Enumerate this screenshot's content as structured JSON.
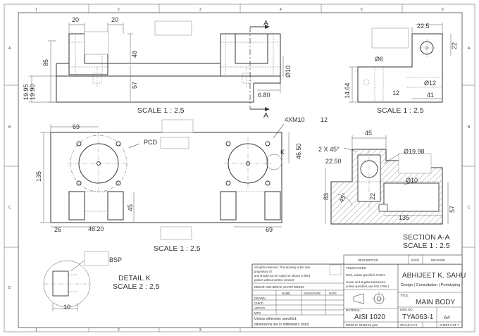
{
  "grid": {
    "columns": [
      "1",
      "2",
      "3",
      "4",
      "5",
      "6"
    ],
    "rows": [
      "A",
      "B",
      "C",
      "D"
    ]
  },
  "front_view": {
    "dims": [
      "20",
      "20",
      "48",
      "85",
      "57",
      "Ø10",
      "19.95",
      "19.90",
      "6.80"
    ],
    "section_marker": "A",
    "scale": "SCALE 1 : 2.5"
  },
  "side_view": {
    "dims": [
      "22.5",
      "22",
      "Ø6",
      "Ø12",
      "14.64",
      "12",
      "41"
    ],
    "scale": "SCALE 1 : 2.5"
  },
  "top_view": {
    "dims": [
      "69",
      "PCD",
      "135",
      "45",
      "26",
      "46.20",
      "69",
      "46.50"
    ],
    "thread_callout": "4XM10",
    "thread_depth": "12",
    "detail_marker": "K",
    "scale": "SCALE 1 : 2.5"
  },
  "section_view": {
    "dims": [
      "45",
      "2 X 45°",
      "Ø19.98",
      "22.50",
      "Ø10",
      "83",
      "45°",
      "22",
      "135",
      "57"
    ],
    "title": "SECTION A-A",
    "scale": "SCALE 1 : 2.5"
  },
  "detail_view": {
    "note": "BSP",
    "title": "DETAIL K",
    "scale": "SCALE 2 : 2.5",
    "dim": "10"
  },
  "title_block": {
    "revision_headers": [
      "DESCRIPTION",
      "DATE",
      "REVISION"
    ],
    "rights_note": [
      "All rights reserved. This drawing is the sole",
      "proprietary of",
      "and should not be copied or shown to third",
      "parties without written consent."
    ],
    "deburr_note": "DEBUR AND BREAK SHARP EDGES",
    "signoff_headers": [
      "NAME",
      "SIGNATURE",
      "DATE"
    ],
    "signoff_rows": [
      "DRAWN",
      "CHK'D",
      "APPV'D",
      "MFG"
    ],
    "units_note": [
      "Unless otherwise specified,",
      "dimensions are in millimeters (mm)"
    ],
    "tolerances_label": "TOLERANCES:",
    "tolerance_lines": [
      "Rodi, unless specified: 0.5mm",
      "Linear and angular tolerances,",
      "unless specified, use ISO 2768-1"
    ],
    "company": "ABHIJEET K. SAHU",
    "services": "Design | Consultation | Prototyping",
    "title_label": "TITLE:",
    "title": "MAIN BODY",
    "material_label": "MATERIAL:",
    "material": "AISI 1020",
    "dwg_label": "DWG NO.",
    "dwg_no": "TYA063-1",
    "size": "A4",
    "weight": "WEIGHT: 20418.62 gms",
    "scale": "SCALE:1:2.5",
    "sheet": "SHEET 2 OF 7"
  }
}
